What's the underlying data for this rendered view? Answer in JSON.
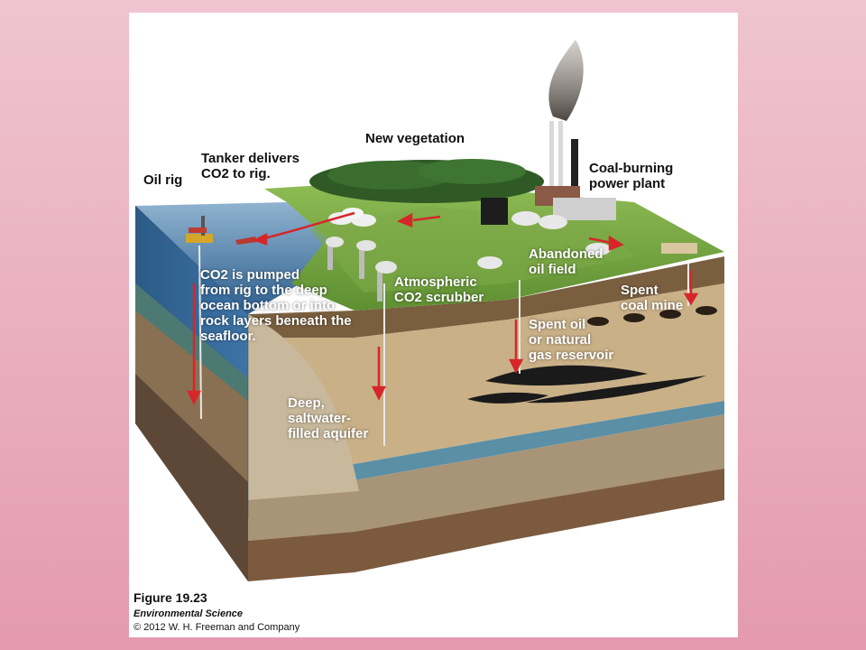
{
  "labels": {
    "new_vegetation": "New vegetation",
    "tanker": [
      "Tanker delivers",
      "CO2 to rig."
    ],
    "oil_rig": "Oil rig",
    "coal_plant": [
      "Coal-burning",
      "power plant"
    ],
    "abandoned_oil_field": [
      "Abandoned",
      "oil field"
    ],
    "co2_pumped": [
      "CO2 is pumped",
      "from rig to the deep",
      "ocean bottom or into",
      "rock layers beneath the",
      "seafloor."
    ],
    "scrubber": [
      "Atmospheric",
      "CO2 scrubber"
    ],
    "spent_coal_mine": [
      "Spent",
      "coal mine"
    ],
    "spent_oil": [
      "Spent oil",
      "or natural",
      "gas reservoir"
    ],
    "aquifer": [
      "Deep,",
      "saltwater-",
      "filled aquifer"
    ]
  },
  "caption": {
    "figure": "Figure 19.23",
    "book": "Environmental Science",
    "copyright": "© 2012 W. H. Freeman and Company"
  },
  "colors": {
    "background_top": "#efc4d0",
    "background_bottom": "#e49ab0",
    "arrow": "#d6262a",
    "ocean": "#2e5f8f"
  }
}
